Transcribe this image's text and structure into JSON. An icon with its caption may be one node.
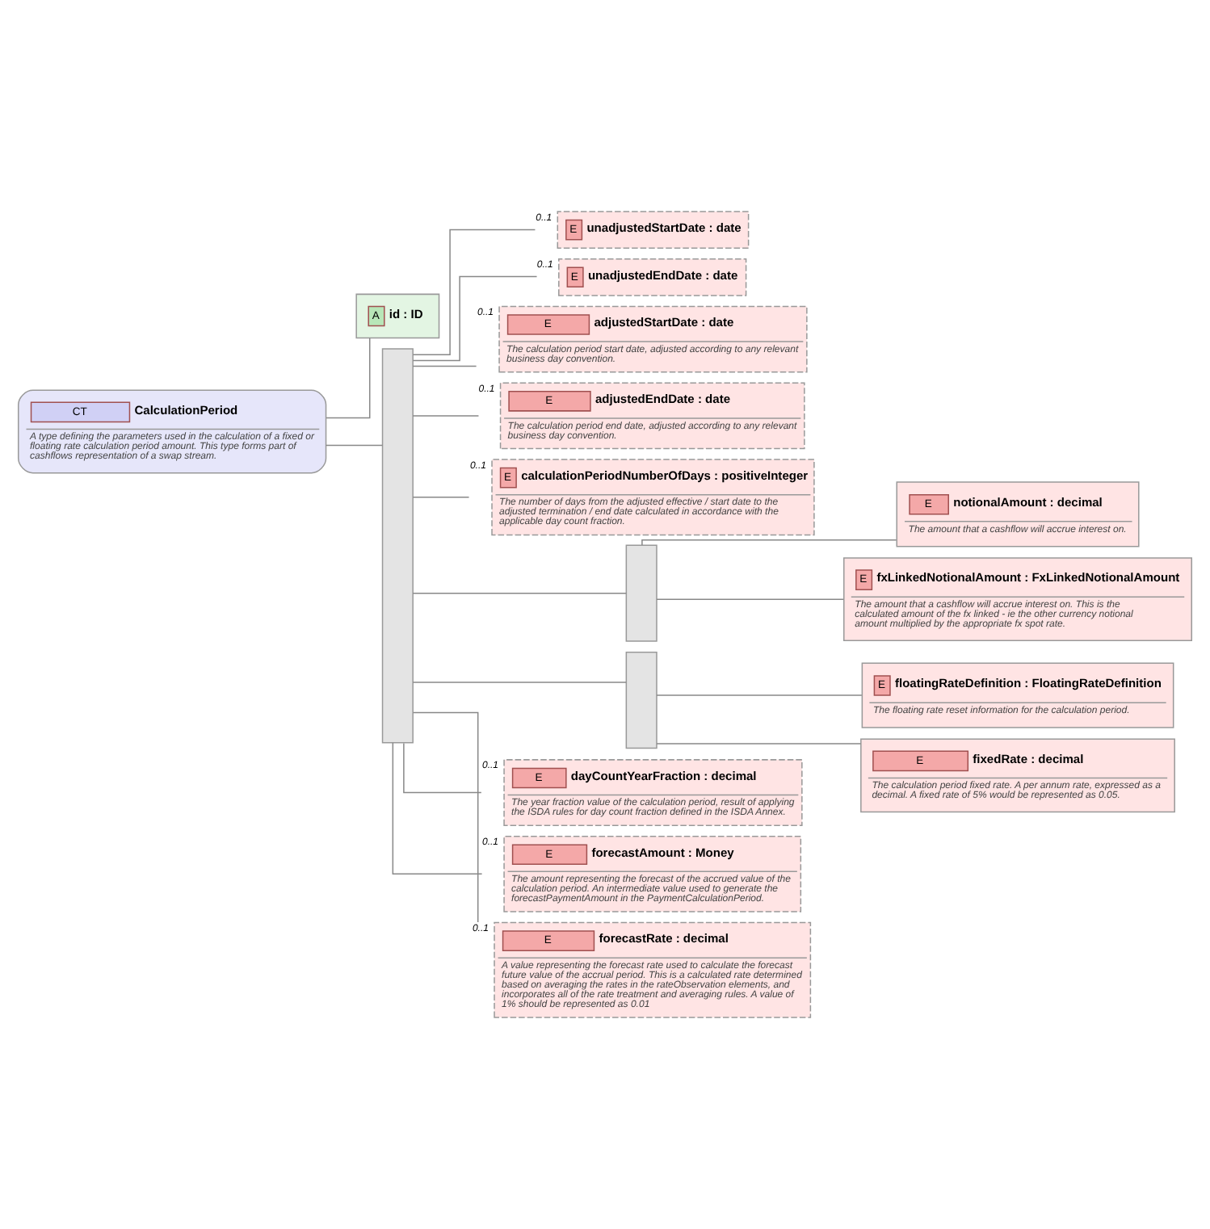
{
  "diagram": {
    "nodes": [
      {
        "text": [
          "CT",
          "CalculationPeriod",
          "A type defining the parameters used in the calculation of a fixed or floating rate calculation period amount. This type forms part of cashflows representation of a swap stream."
        ]
      },
      {
        "text": [
          "A",
          "id : ID"
        ]
      },
      {
        "text": [],
        "shape": "box"
      },
      {
        "text": [
          "E",
          "unadjustedStartDate : date"
        ],
        "beside": [
          "0..1"
        ]
      },
      {
        "text": [
          "E",
          "unadjustedEndDate : date"
        ],
        "beside": [
          "0..1"
        ]
      },
      {
        "text": [
          "E",
          "adjustedStartDate : date",
          "The calculation period start date, adjusted according to any relevant business day convention."
        ],
        "beside": [
          "0..1"
        ]
      },
      {
        "text": [
          "E",
          "adjustedEndDate : date",
          "The calculation period end date, adjusted according to any relevant business day convention."
        ],
        "beside": [
          "0..1"
        ]
      },
      {
        "text": [
          "E",
          "calculationPeriodNumberOfDays : positiveInteger",
          "The number of days from the adjusted effective / start date to the adjusted termination / end date calculated in accordance with the applicable day count fraction."
        ],
        "beside": [
          "0..1"
        ]
      },
      {
        "text": [],
        "shape": "box"
      },
      {
        "text": [
          "E",
          "notionalAmount : decimal",
          "The amount that a cashflow will accrue interest on."
        ]
      },
      {
        "text": [
          "E",
          "fxLinkedNotionalAmount : FxLinkedNotionalAmount",
          "The amount that a cashflow will accrue interest on. This is the calculated amount of the fx linked - ie the other currency notional amount multiplied by the appropriate fx spot rate."
        ]
      },
      {
        "text": [],
        "shape": "box"
      },
      {
        "text": [
          "E",
          "floatingRateDefinition : FloatingRateDefinition",
          "The floating rate reset information for the calculation period."
        ]
      },
      {
        "text": [
          "E",
          "fixedRate : decimal",
          "The calculation period fixed rate. A per annum rate, expressed as a decimal. A fixed rate of 5% would be represented as 0.05."
        ]
      },
      {
        "text": [
          "E",
          "dayCountYearFraction : decimal",
          "The year fraction value of the calculation period, result of applying the ISDA rules for day count fraction defined in the ISDA Annex."
        ],
        "beside": [
          "0..1"
        ]
      },
      {
        "text": [
          "E",
          "forecastAmount : Money",
          "The amount representing the forecast of the accrued value of the calculation period. An intermediate value used to generate the forecastPaymentAmount in the PaymentCalculationPeriod."
        ],
        "beside": [
          "0..1"
        ]
      },
      {
        "text": [
          "E",
          "forecastRate : decimal",
          "A value representing the forecast rate used to calculate the forecast future value of the accrual period. This is a calculated rate determined based on averaging the rates in the rateObservation elements, and incorporates all of the rate treatment and averaging rules. A value of 1% should be represented as 0.01"
        ],
        "beside": [
          "0..1"
        ]
      }
    ],
    "edges": [
      {
        "from": 0,
        "to": 1,
        "arrow": "none"
      },
      {
        "from": 0,
        "to": 2,
        "arrow": "none"
      },
      {
        "from": 2,
        "to": 3,
        "arrow": "none"
      },
      {
        "from": 2,
        "to": 4,
        "arrow": "none"
      },
      {
        "from": 2,
        "to": 5,
        "arrow": "none"
      },
      {
        "from": 2,
        "to": 6,
        "arrow": "none"
      },
      {
        "from": 2,
        "to": 7,
        "arrow": "none"
      },
      {
        "from": 2,
        "to": 8,
        "arrow": "none"
      },
      {
        "from": 8,
        "to": 9,
        "arrow": "none"
      },
      {
        "from": 8,
        "to": 10,
        "arrow": "none"
      },
      {
        "from": 2,
        "to": 11,
        "arrow": "none"
      },
      {
        "from": 11,
        "to": 12,
        "arrow": "none"
      },
      {
        "from": 11,
        "to": 13,
        "arrow": "none"
      },
      {
        "from": 2,
        "to": 14,
        "arrow": "none"
      },
      {
        "from": 2,
        "to": 15,
        "arrow": "none"
      },
      {
        "from": 2,
        "to": 16,
        "arrow": "none"
      }
    ]
  }
}
